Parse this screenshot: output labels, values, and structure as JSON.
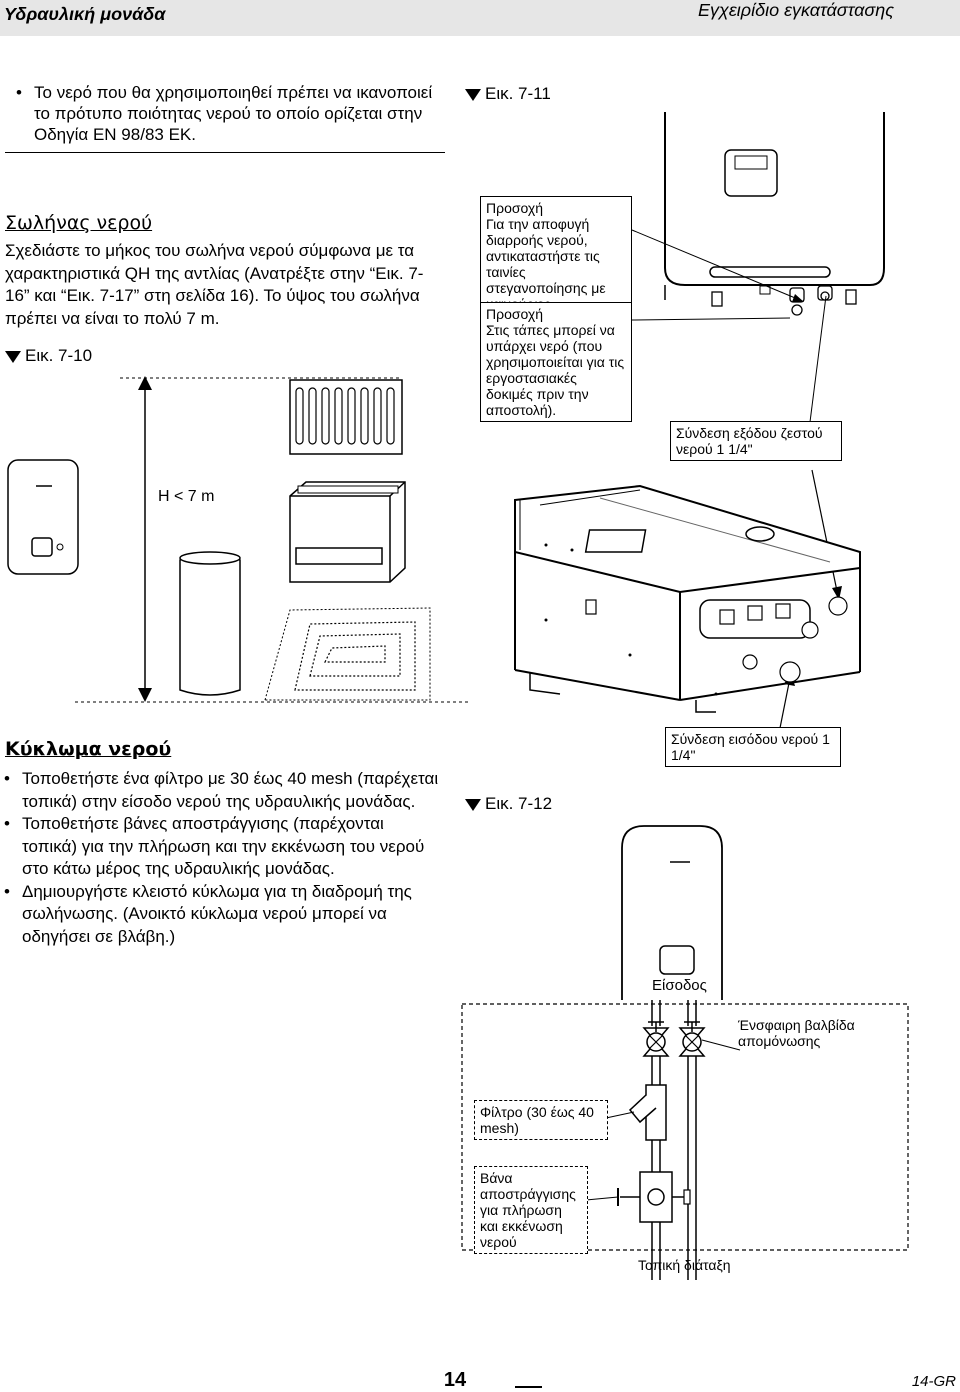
{
  "header": {
    "left": "Υδραυλική μονάδα",
    "right": "Εγχειρίδιο εγκατάστασης"
  },
  "intro_bullet": "Το νερό που θα χρησιμοποιηθεί πρέπει να ικανοποιεί το πρότυπο ποιότητας νερού το οποίο ορίζεται στην Οδηγία EN 98/83 EK.",
  "water_pipe": {
    "title": "Σωλήνας νερού",
    "text": "Σχεδιάστε το μήκος του σωλήνα νερού σύμφωνα με τα χαρακτηριστικά QH της αντλίας (Ανατρέξτε στην “Εικ. 7-16” και “Εικ. 7-17” στη σελίδα 16). Το ύψος του σωλήνα πρέπει να είναι το πολύ 7 m."
  },
  "fig_7_10": {
    "caption": "Εικ. 7-10",
    "height_label": "H < 7 m"
  },
  "fig_7_11": {
    "caption": "Εικ. 7-11",
    "caution1": "Προσοχή\nΓια την αποφυγή διαρροής νερού, αντικαταστήστε τις ταινίες στεγανοποίησης με καινούριες.",
    "caution2": "Προσοχή\nΣτις τάπες μπορεί να υπάρχει νερό (που χρησιμοποιείται για τις εργοστασιακές δοκιμές πριν την αποστολή).",
    "hot_outlet": "Σύνδεση εξόδου ζεστού νερού 1 1/4\"",
    "inlet": "Σύνδεση εισόδου νερού 1 1/4\""
  },
  "water_circuit": {
    "title": "Κύκλωμα νερού",
    "bullets": [
      "Τοποθετήστε ένα φίλτρο με 30 έως 40 mesh (παρέχεται τοπικά) στην είσοδο νερού της υδραυλικής μονάδας.",
      "Τοποθετήστε βάνες αποστράγγισης (παρέχονται τοπικά) για την πλήρωση και την εκκένωση του νερού στο κάτω μέρος της υδραυλικής μονάδας.",
      "Δημιουργήστε κλειστό κύκλωμα για τη διαδρομή της σωλήνωσης. (Ανοικτό κύκλωμα νερού μπορεί να οδηγήσει σε βλάβη.)"
    ]
  },
  "fig_7_12": {
    "caption": "Εικ. 7-12",
    "inlet_label": "Είσοδος",
    "valve_label": "Ένσφαιρη βαλβίδα απομόνωσης",
    "filter_label": "Φίλτρο (30 έως 40 mesh)",
    "drain_label": "Βάνα αποστράγγισης για πλήρωση και εκκένωση νερού",
    "local_label": "Τοπική διάταξη"
  },
  "footer": {
    "page_number": "14",
    "page_code": "14-GR"
  }
}
